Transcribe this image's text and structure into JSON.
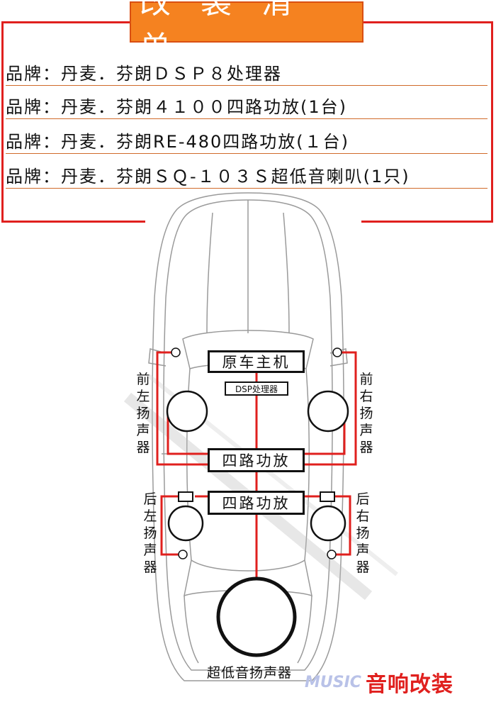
{
  "header": {
    "title": "改 装 清 单"
  },
  "items": [
    "品牌：丹麦．芬朗ＤＳＰ８处理器",
    "品牌：丹麦．芬朗４１００四路功放(1台)",
    "品牌：丹麦．芬朗RE-480四路功放(１台)",
    "品牌：丹麦．芬朗ＳＱ-１０３Ｓ超低音喇叭(1只)"
  ],
  "diagram": {
    "head_unit": "原车主机",
    "dsp": "DSP处理器",
    "amp_front": "四路功放",
    "amp_rear": "四路功放",
    "front_left": "前左扬声器",
    "front_right": "前右扬声器",
    "rear_left": "后左扬声器",
    "rear_right": "后右扬声器",
    "subwoofer": "超低音扬声器"
  },
  "brand": {
    "text": "音响改装",
    "accent": "#e0201e"
  },
  "colors": {
    "wire": "#e0201e",
    "title_bg": "#f58220",
    "frame": "#e0201e"
  }
}
